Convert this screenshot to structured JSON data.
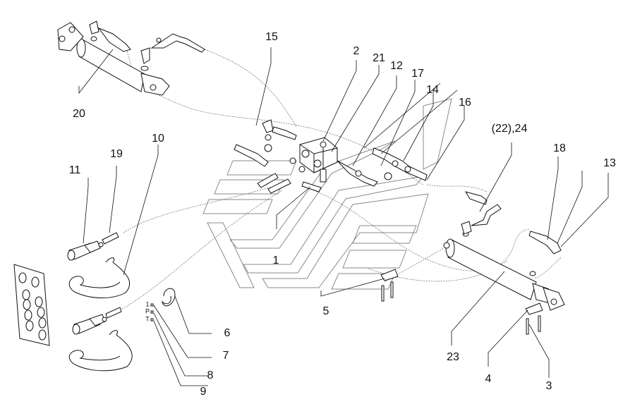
{
  "diagram": {
    "type": "exploded-parts-diagram",
    "subject": "hydraulic system with cylinders, valve block and quick couplers",
    "colors": {
      "ink": "#111111",
      "hose": "#777777",
      "logo": "#8a8a8a",
      "background": "#ffffff"
    },
    "callouts": [
      {
        "id": "c1",
        "label": "1"
      },
      {
        "id": "c2",
        "label": "2"
      },
      {
        "id": "c3",
        "label": "3"
      },
      {
        "id": "c4",
        "label": "4"
      },
      {
        "id": "c5",
        "label": "5"
      },
      {
        "id": "c6",
        "label": "6"
      },
      {
        "id": "c7",
        "label": "7"
      },
      {
        "id": "c8",
        "label": "8"
      },
      {
        "id": "c9",
        "label": "9"
      },
      {
        "id": "c10",
        "label": "10"
      },
      {
        "id": "c11",
        "label": "11"
      },
      {
        "id": "c12",
        "label": "12"
      },
      {
        "id": "c13",
        "label": "13"
      },
      {
        "id": "c14",
        "label": "14"
      },
      {
        "id": "c15",
        "label": "15"
      },
      {
        "id": "c16",
        "label": "16"
      },
      {
        "id": "c17",
        "label": "17"
      },
      {
        "id": "c18",
        "label": "18"
      },
      {
        "id": "c19",
        "label": "19"
      },
      {
        "id": "c20",
        "label": "20"
      },
      {
        "id": "c21",
        "label": "21"
      },
      {
        "id": "c22",
        "label": "(22),24"
      },
      {
        "id": "c23",
        "label": "23"
      }
    ],
    "port_markers": [
      {
        "id": "p1",
        "label": "1"
      },
      {
        "id": "pP",
        "label": "P"
      },
      {
        "id": "pT",
        "label": "T"
      }
    ]
  }
}
